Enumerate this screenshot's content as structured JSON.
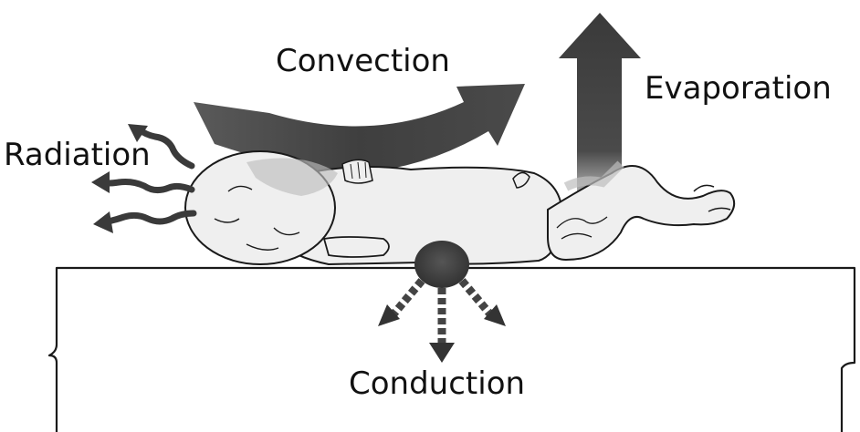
{
  "labels": {
    "convection": "Convection",
    "evaporation": "Evaporation",
    "radiation": "Radiation",
    "conduction": "Conduction"
  },
  "colors": {
    "arrow": "#4a4a4a",
    "arrow_dark": "#333333",
    "outline": "#1a1a1a",
    "skin": "#efefef",
    "shadow": "#bdbdbd",
    "background": "#ffffff"
  },
  "icons": {
    "convection": "curved-arrow-icon",
    "evaporation": "up-arrow-icon",
    "radiation": "wavy-arrows-icon",
    "conduction": "downward-spread-arrows-icon"
  }
}
